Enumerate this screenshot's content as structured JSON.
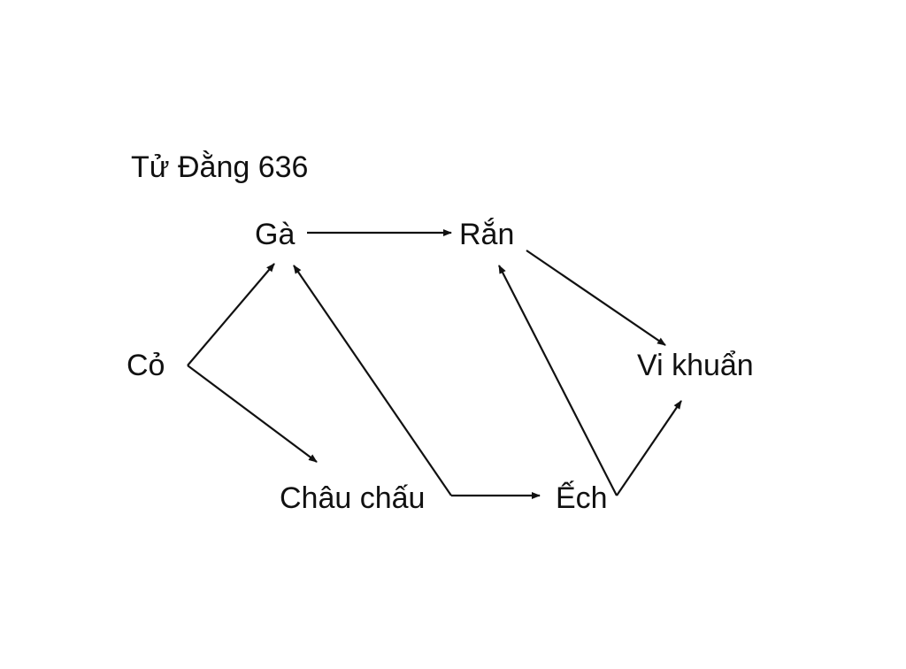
{
  "caption": "Tử  Đằng 636",
  "nodes": {
    "ga": "Gà",
    "ran": "Rắn",
    "co": "Cỏ",
    "vi_khuan": "Vi khuẩn",
    "chau_chau": "Châu chấu",
    "ech": "Ếch"
  },
  "edges": [
    {
      "from": "Cỏ",
      "to": "Gà"
    },
    {
      "from": "Cỏ",
      "to": "Châu chấu"
    },
    {
      "from": "Gà",
      "to": "Rắn"
    },
    {
      "from": "Châu chấu",
      "to": "Gà"
    },
    {
      "from": "Châu chấu",
      "to": "Ếch"
    },
    {
      "from": "Ếch",
      "to": "Rắn"
    },
    {
      "from": "Ếch",
      "to": "Vi khuẩn"
    },
    {
      "from": "Rắn",
      "to": "Vi khuẩn"
    }
  ],
  "colors": {
    "line": "#111111",
    "text": "#111111",
    "background": "#ffffff"
  }
}
